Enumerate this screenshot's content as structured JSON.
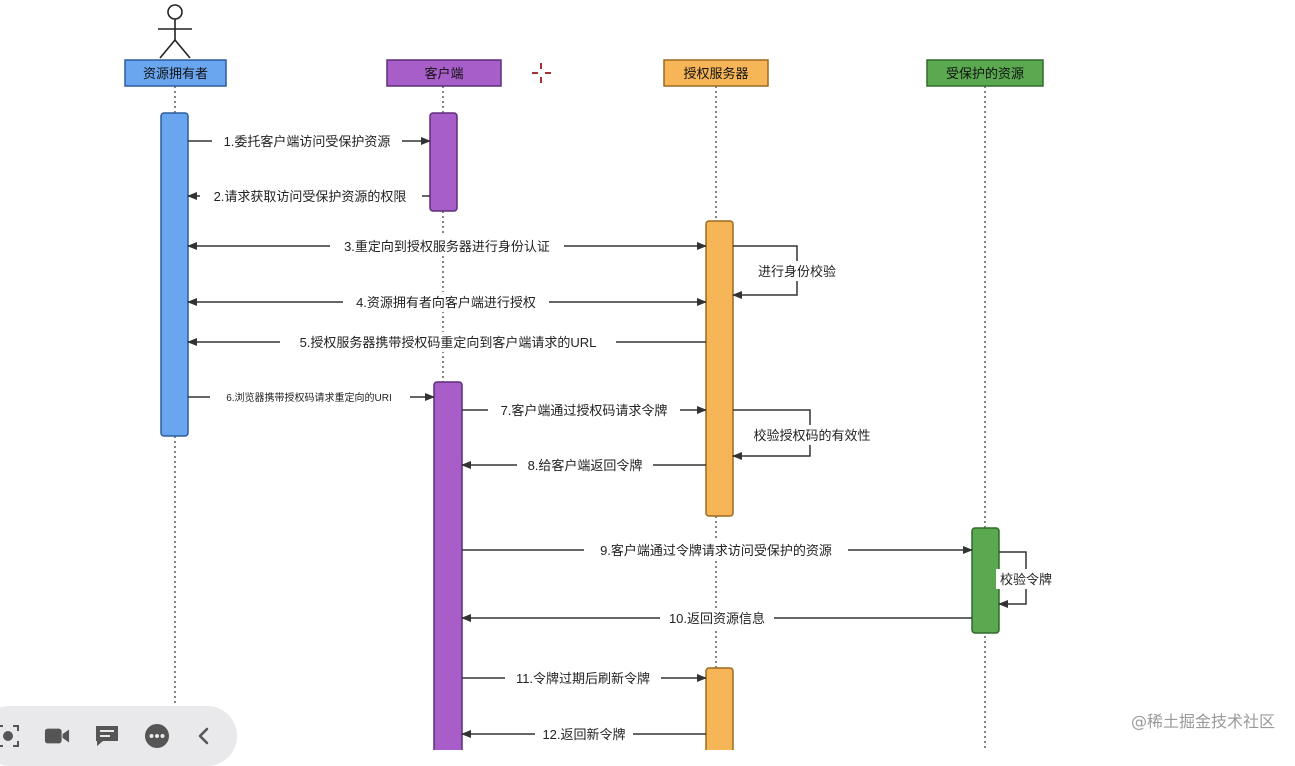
{
  "participants": [
    {
      "id": "owner",
      "name": "资源拥有者",
      "fill": "#6aa6ef",
      "stroke": "#2d5d9c"
    },
    {
      "id": "client",
      "name": "客户端",
      "fill": "#a85ec9",
      "stroke": "#5e2d7a"
    },
    {
      "id": "auth",
      "name": "授权服务器",
      "fill": "#f6b557",
      "stroke": "#9b6a1e"
    },
    {
      "id": "resource",
      "name": "受保护的资源",
      "fill": "#5aa84f",
      "stroke": "#2f6b28"
    }
  ],
  "messages": [
    {
      "label": "1.委托客户端访问受保护资源"
    },
    {
      "label": "2.请求获取访问受保护资源的权限"
    },
    {
      "label": "3.重定向到授权服务器进行身份认证"
    },
    {
      "label": "4.资源拥有者向客户端进行授权"
    },
    {
      "label": "5.授权服务器携带授权码重定向到客户端请求的URL"
    },
    {
      "label": "6.浏览器携带授权码请求重定向的URI"
    },
    {
      "label": "7.客户端通过授权码请求令牌"
    },
    {
      "label": "8.给客户端返回令牌"
    },
    {
      "label": "9.客户端通过令牌请求访问受保护的资源"
    },
    {
      "label": "10.返回资源信息"
    },
    {
      "label": "11.令牌过期后刷新令牌"
    },
    {
      "label": "12.返回新令牌"
    }
  ],
  "self_notes": [
    {
      "label": "进行身份校验"
    },
    {
      "label": "校验授权码的有效性"
    },
    {
      "label": "校验令牌"
    }
  ],
  "toolbar": {
    "icons": [
      "screenshot-icon",
      "video-camera-icon",
      "comment-icon",
      "more-icon",
      "chevron-left-icon"
    ]
  },
  "watermark": "@稀土掘金技术社区"
}
